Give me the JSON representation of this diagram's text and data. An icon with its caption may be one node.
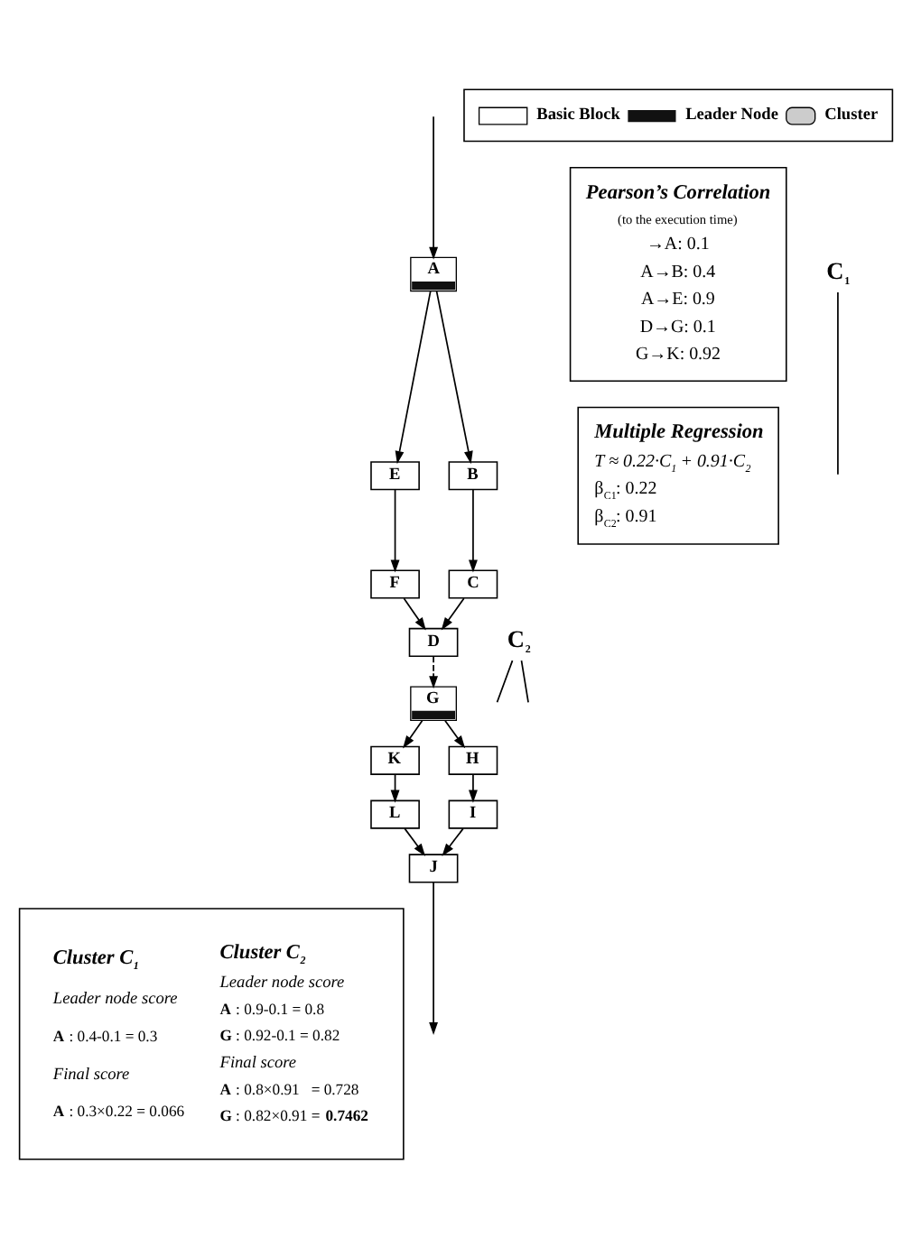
{
  "diagram": {
    "nodes": [
      {
        "text": [
          "A"
        ]
      },
      {
        "text": [
          "C$_{1}$"
        ]
      },
      {
        "text": [
          "E"
        ]
      },
      {
        "text": [
          "B"
        ]
      },
      {
        "text": [
          "F"
        ]
      },
      {
        "text": [
          "C"
        ]
      },
      {
        "text": [
          "D"
        ]
      },
      {
        "text": [
          "C$_{2}$"
        ]
      },
      {
        "text": [
          "G"
        ]
      },
      {
        "text": [
          "K"
        ]
      },
      {
        "text": [
          "H"
        ]
      },
      {
        "text": [
          "L"
        ]
      },
      {
        "text": [
          "I"
        ]
      },
      {
        "text": [
          "J"
        ]
      },
      {
        "text": [
          "Pearson’s Correlation",
          "(to the execution time)",
          "→A: 0.1",
          "A→B: 0.4",
          "A→E: 0.9",
          "D→G: 0.1",
          "G→K: 0.92"
        ]
      },
      {
        "text": [
          "Multiple Regression",
          "T ≈ 0.22·C$_{1}$ + 0.91·C$_{2}$",
          "β$_{C1}$: 0.22",
          "β$_{C2}$: 0.91"
        ]
      },
      {
        "text": [
          "Cluster C$_{1}$",
          "Leader node score",
          "**A** : 0.4-0.1 = 0.3",
          "Final score",
          "**A** : 0.3×0.22 = 0.066",
          "Cluster C$_{2}$",
          "Leader node score",
          "**A** : 0.9-0.1 = 0.8",
          "**G** : 0.92-0.1 = 0.82",
          "Final score",
          "**A** : 0.8×0.91   = 0.728",
          "**G** : 0.82×0.91 = **0.7462**"
        ]
      }
    ],
    "edges": [
      {
        "from": null,
        "to": 0,
        "arrow": "to"
      },
      {
        "from": 0,
        "to": 2,
        "arrow": "to"
      },
      {
        "from": 0,
        "to": 3,
        "arrow": "to"
      },
      {
        "from": 2,
        "to": 4,
        "arrow": "to"
      },
      {
        "from": 3,
        "to": 5,
        "arrow": "to"
      },
      {
        "from": 4,
        "to": 6,
        "arrow": "to"
      },
      {
        "from": 5,
        "to": 6,
        "arrow": "to"
      },
      {
        "from": 6,
        "to": 8,
        "arrow": "to",
        "style": "dashed"
      },
      {
        "from": 8,
        "to": 9,
        "arrow": "to"
      },
      {
        "from": 8,
        "to": 10,
        "arrow": "to"
      },
      {
        "from": 9,
        "to": 11,
        "arrow": "to"
      },
      {
        "from": 10,
        "to": 12,
        "arrow": "to"
      },
      {
        "from": 11,
        "to": 13,
        "arrow": "to"
      },
      {
        "from": 12,
        "to": 13,
        "arrow": "to"
      },
      {
        "from": 13,
        "to": null,
        "arrow": "to"
      },
      {
        "from": 1,
        "to": null,
        "arrow": "none"
      },
      {
        "from": 7,
        "to": null,
        "arrow": "none"
      },
      {
        "from": 7,
        "to": null,
        "arrow": "none"
      }
    ],
    "legend": [
      {
        "text": "Basic Block"
      },
      {
        "text": "Leader Node",
        "color": "#111111"
      },
      {
        "text": "Cluster"
      }
    ]
  }
}
